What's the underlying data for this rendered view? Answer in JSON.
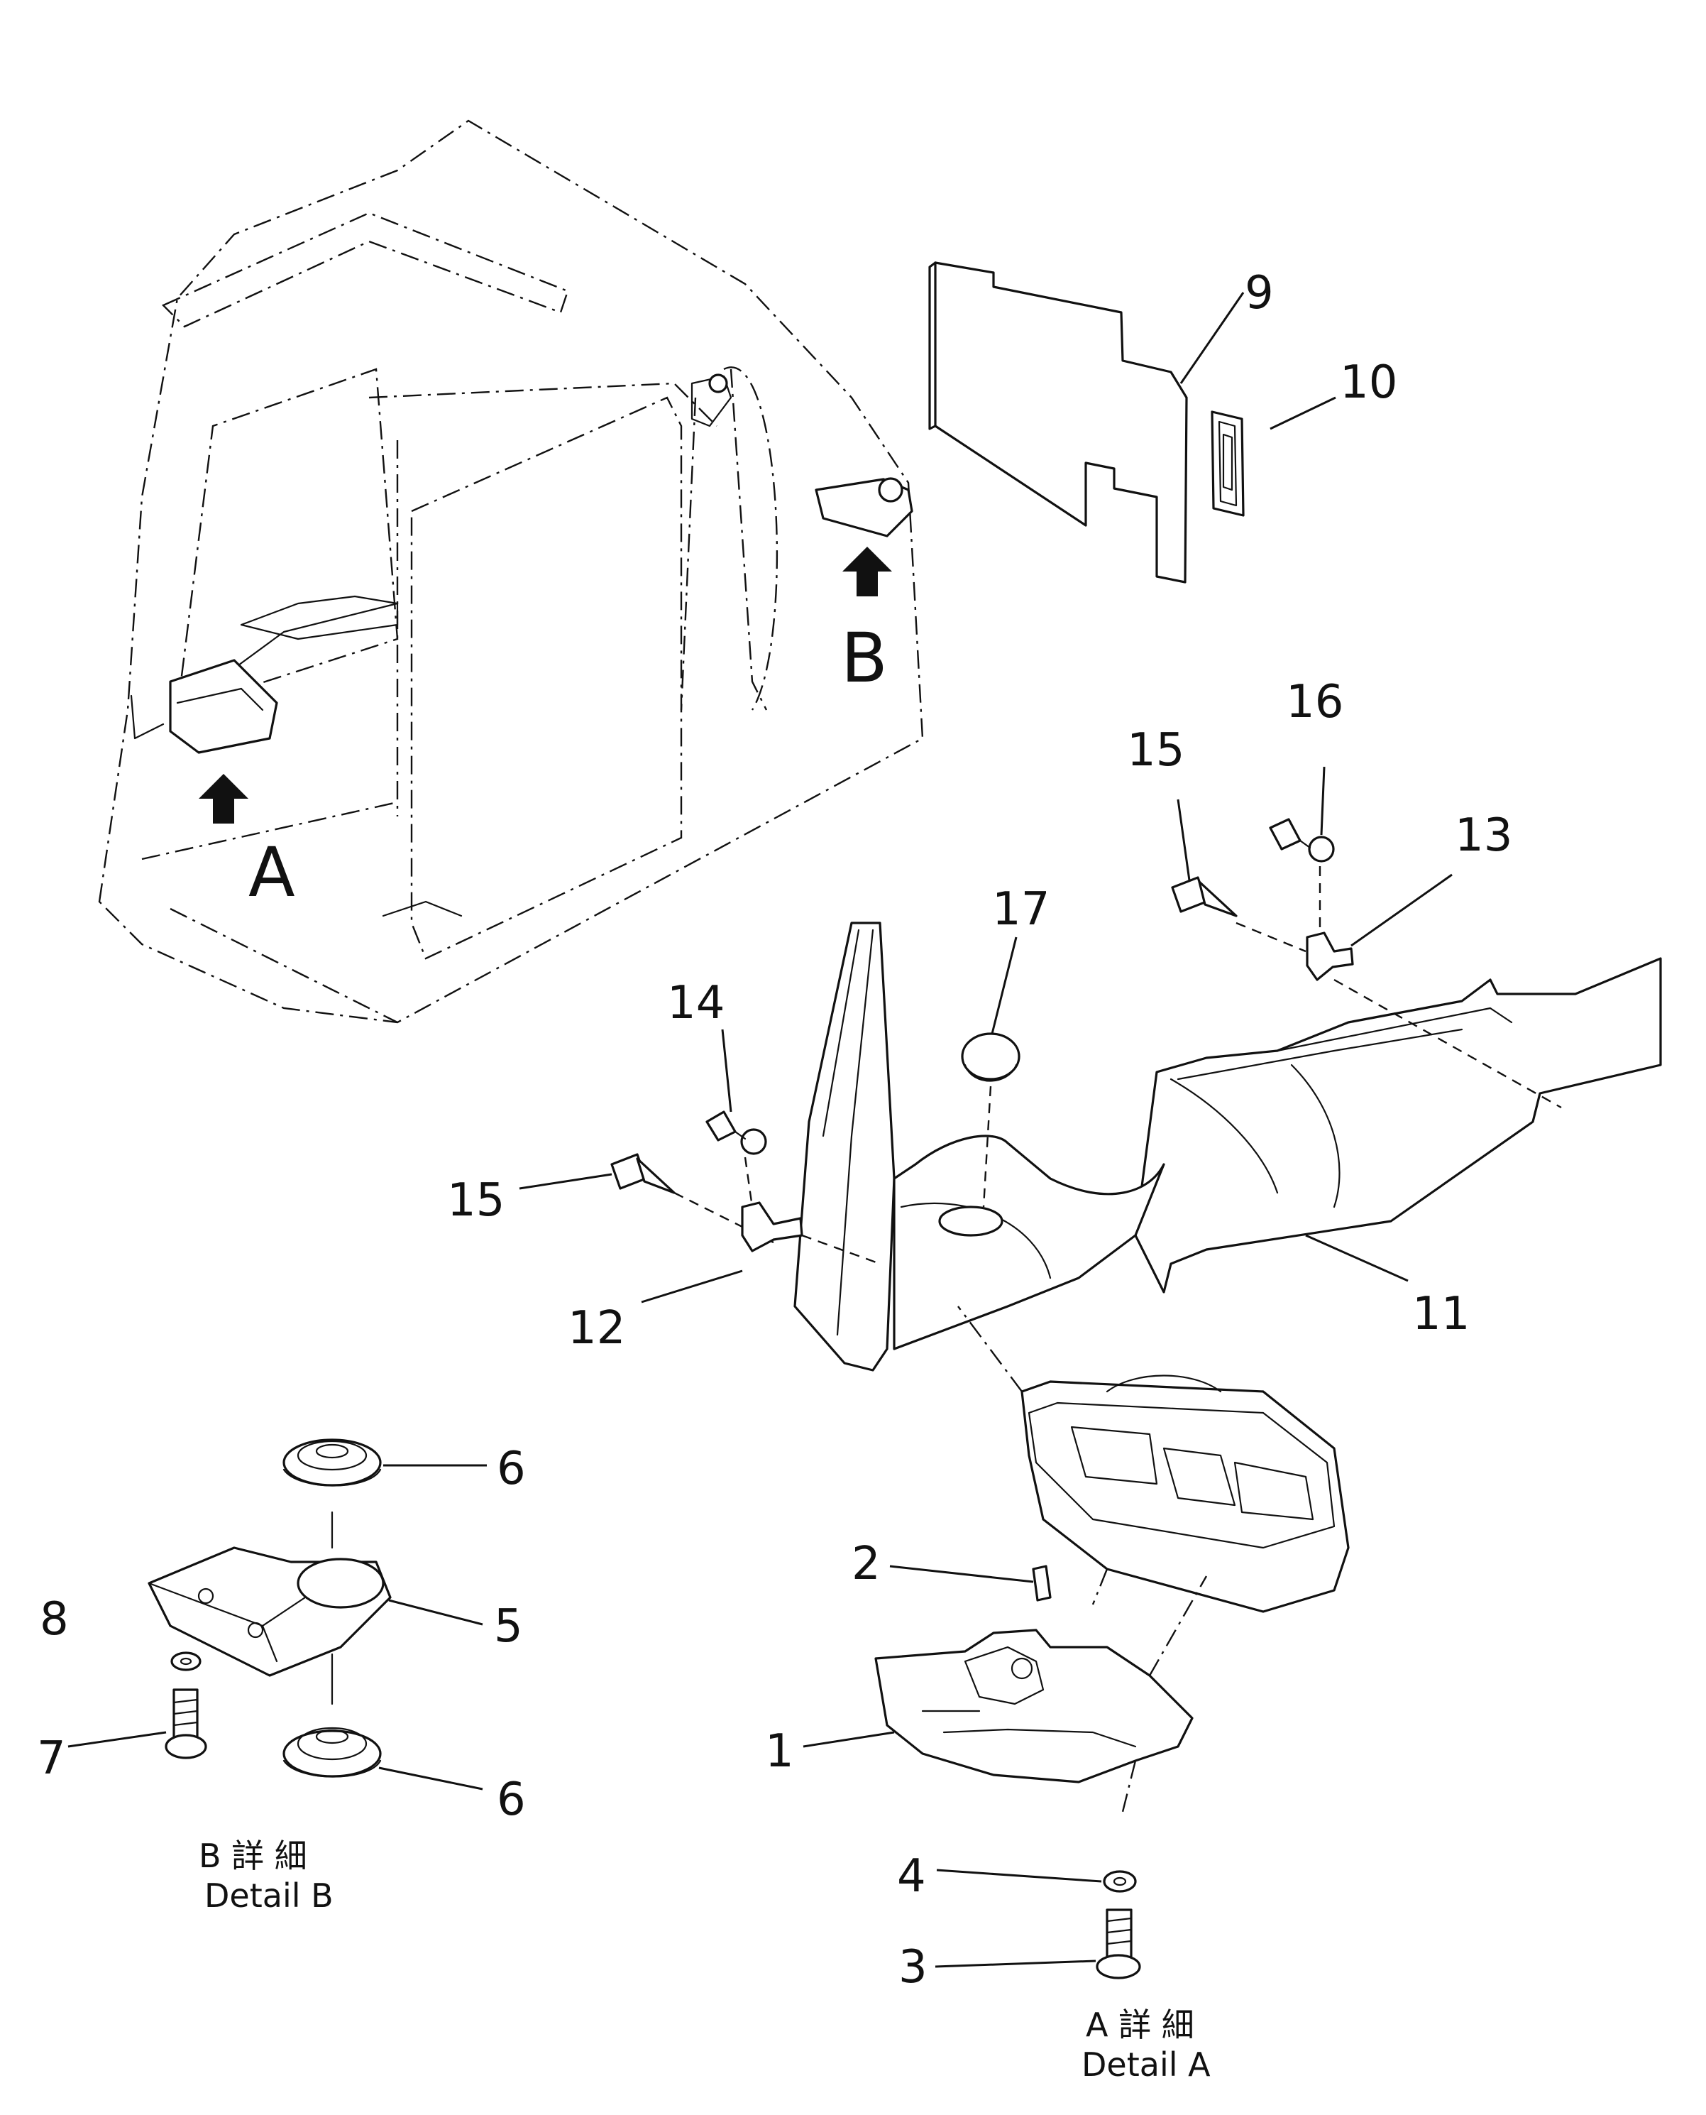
{
  "view_labels": {
    "a": "A",
    "b": "B"
  },
  "callouts": {
    "c1": "1",
    "c2": "2",
    "c3": "3",
    "c4": "4",
    "c5": "5",
    "c6a": "6",
    "c6b": "6",
    "c7": "7",
    "c8": "8",
    "c9": "9",
    "c10": "10",
    "c11": "11",
    "c12": "12",
    "c13": "13",
    "c14": "14",
    "c15a": "15",
    "c15b": "15",
    "c16": "16",
    "c17": "17"
  },
  "captions": {
    "detail_b_jp": "B 詳 細",
    "detail_b_en": "Detail B",
    "detail_a_jp": "A 詳 細",
    "detail_a_en": "Detail A"
  }
}
